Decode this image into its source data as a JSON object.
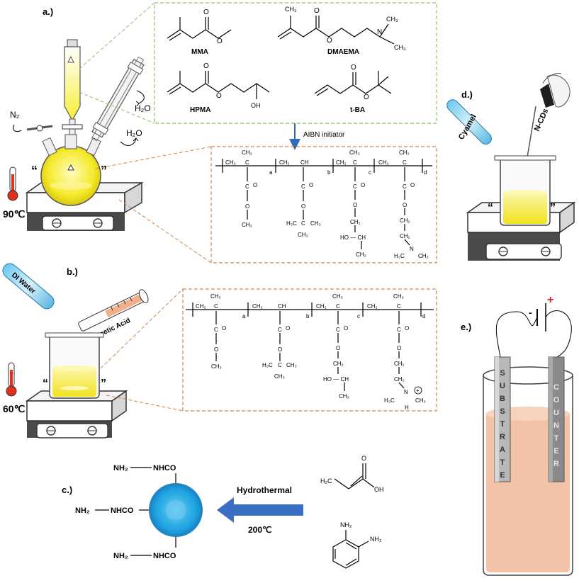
{
  "panels": {
    "a": "a.)",
    "b": "b.)",
    "c": "c.)",
    "d": "d.)",
    "e": "e.)"
  },
  "panel_a": {
    "monomers": [
      "MMA",
      "DMAEMA",
      "HPMA",
      "t-BA"
    ],
    "water_out": "H₂O",
    "water_in": "H₂O",
    "nitrogen": "N₂",
    "temperature": "90℃",
    "initiator": "AIBN initiator",
    "subscripts": [
      "a",
      "b",
      "c",
      "d"
    ],
    "atoms": {
      "ch3": "CH₃",
      "ch2": "CH₂",
      "ch": "CH",
      "c": "C",
      "o": "O",
      "n": "N",
      "oh": "OH",
      "h3c": "H₃C",
      "hoch": "HO — CH"
    },
    "quote_left": "“",
    "quote_right": "”"
  },
  "panel_b": {
    "di_water": "DI Water",
    "acetic_acid": "Acetic Acid",
    "temperature": "60℃",
    "quaternary_h": "H",
    "plus": "+"
  },
  "panel_c": {
    "group_amine": "NH₂",
    "group_amide": "NHCO",
    "process": "Hydrothermal",
    "temperature": "200℃",
    "acrylic_oh": "OH",
    "acrylic_o": "O",
    "acrylic_h2c": "H₂C",
    "diamine_nh2": "NH₂"
  },
  "panel_d": {
    "cyamel": "Cyamel",
    "ncds": "N-CDs"
  },
  "panel_e": {
    "substrate": [
      "S",
      "U",
      "B",
      "S",
      "T",
      "R",
      "A",
      "T",
      "E"
    ],
    "counter": [
      "C",
      "O",
      "U",
      "N",
      "T",
      "E",
      "R"
    ],
    "minus": "-",
    "plus": "+"
  },
  "colors": {
    "green_dash": "#8fc06a",
    "orange_dash": "#d2874e",
    "arrow_blue": "#2e6bb8",
    "yellow": "#f7ef3a",
    "thermo_red": "#e0301e",
    "electrolyte": "#f3c3a8",
    "plus_red": "#e02020"
  }
}
